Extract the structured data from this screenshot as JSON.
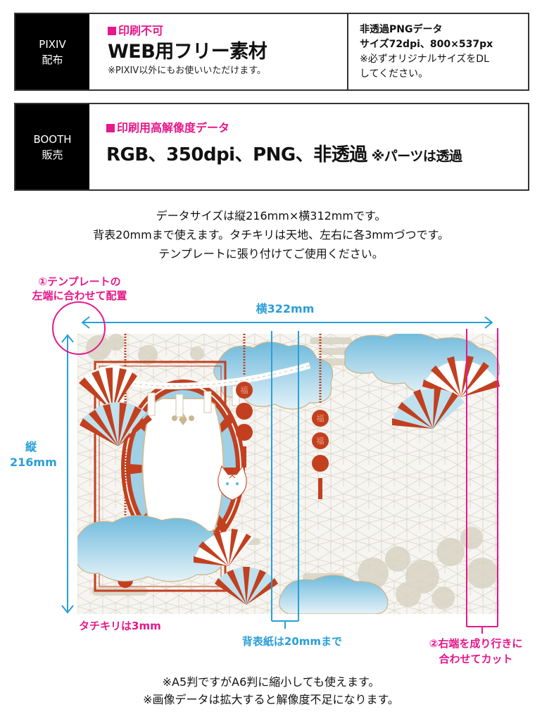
{
  "pixiv_box": {
    "label_line1": "PIXIV",
    "label_line2": "配布",
    "heading": "印刷不可",
    "title": "WEB用フリー素材",
    "note": "※PIXIV以外にもお使いいただけます。",
    "side_line1": "非透過PNGデータ",
    "side_line2": "サイズ72dpi、800×537px",
    "side_line3": "※必ずオリジナルサイズをDL",
    "side_line4": "してください。"
  },
  "booth_box": {
    "label_line1": "BOOTH",
    "label_line2": "販売",
    "heading": "印刷用高解像度データ",
    "title": "RGB、350dpi、PNG、非透過",
    "title_note": "※パーツは透過"
  },
  "description": {
    "line1": "データサイズは縦216mm×横312mmです。",
    "line2": "背表20mmまで使えます。タチキリは天地、左右に各3mmづつです。",
    "line3": "テンプレートに張り付けてご使用ください。"
  },
  "diagram": {
    "step1_line1": "①テンプレートの",
    "step1_line2": "左端に合わせて配置",
    "width_label": "横322mm",
    "height_label_line1": "縦",
    "height_label_line2": "216mm",
    "trim_label": "タチキリは3mm",
    "spine_label": "背表紙は20mmまで",
    "step2_line1": "②右端を成り行きに",
    "step2_line2": "合わせてカット",
    "lantern_glyph": "福"
  },
  "footer": {
    "line1": "※A5判ですがA6判に縮小しても使えます。",
    "line2": "※画像データは拡大すると解像度不足になります。"
  },
  "colors": {
    "magenta": "#e5198a",
    "blue": "#2a9fd8",
    "red": "#c2401f",
    "cloud_blue": "#8ccbe4",
    "beige": "#d6d1c2",
    "black": "#000000"
  }
}
